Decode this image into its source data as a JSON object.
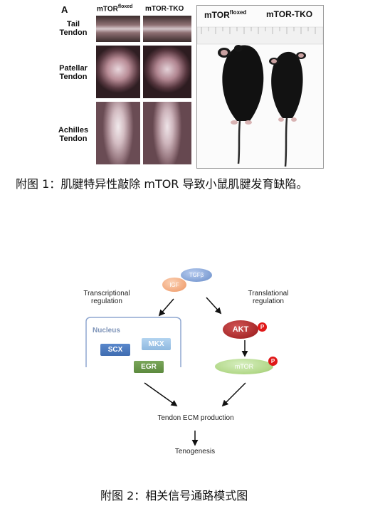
{
  "figure1": {
    "panel_letter": "A",
    "columns": {
      "floxed_base": "mTOR",
      "floxed_sup": "floxed",
      "tko": "mTOR-TKO"
    },
    "rows": [
      {
        "line1": "Tail",
        "line2": "Tendon"
      },
      {
        "line1": "Patellar",
        "line2": "Tendon"
      },
      {
        "line1": "Achilles",
        "line2": "Tendon"
      }
    ],
    "mice_photo": {
      "floxed_base": "mTOR",
      "floxed_sup": "floxed",
      "tko": "mTOR-TKO"
    },
    "caption": "附图 1：肌腱特异性敲除 mTOR 导致小鼠肌腱发育缺陷。"
  },
  "figure2": {
    "tgfb": "TGFβ",
    "igf": "IGF",
    "transcriptional": {
      "line1": "Transcriptional",
      "line2": "regulation"
    },
    "translational": {
      "line1": "Translational",
      "line2": "regulation"
    },
    "nucleus": "Nucleus",
    "scx": "SCX",
    "mkx": "MKX",
    "egr": "EGR",
    "akt": "AKT",
    "mtor": "mTOR",
    "phospho": "P",
    "ecm": "Tendon ECM production",
    "tenogenesis": "Tenogenesis",
    "caption": "附图 2：相关信号通路模式图"
  },
  "colors": {
    "tgfb": "#7f9fd4",
    "igf": "#f2a77a",
    "scx": "#3f6cb0",
    "mkx": "#8fb9e0",
    "egr": "#5c8a3e",
    "akt": "#a8292a",
    "mtor": "#b3d98a",
    "phospho": "#e01818"
  }
}
